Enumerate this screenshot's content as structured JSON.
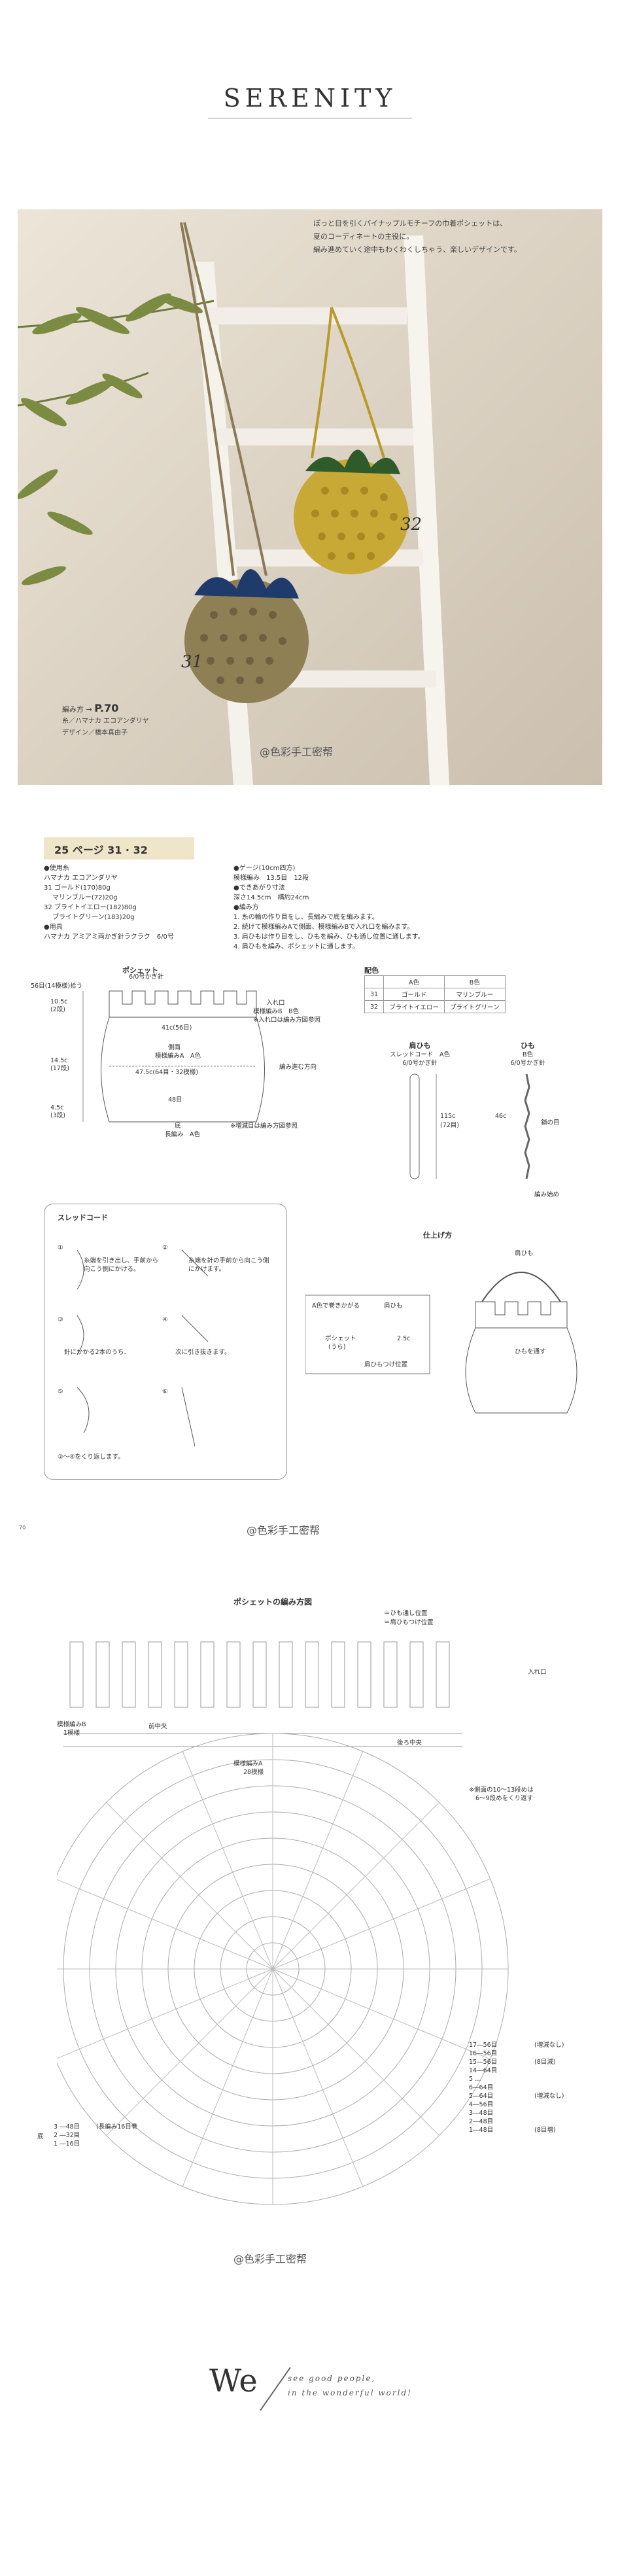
{
  "header": {
    "title": "SERENITY"
  },
  "photo": {
    "caption_lines": [
      "ぽっと目を引くパイナップルモチーフの巾着ポシェットは、",
      "夏のコーディネートの主役に。",
      "編み進めていく途中もわくわくしちゃう、楽しいデザインです。"
    ],
    "label_31": "31",
    "label_32": "32",
    "ref_label": "編み方",
    "ref_arrow": "→",
    "ref_page": "P.70",
    "yarn_line": "糸／ハマナカ エコアンダリヤ",
    "design_line": "デザイン／橋本真由子",
    "watermark": "@色彩手工密帮"
  },
  "page1": {
    "tab": "25 ページ 31 · 32",
    "materials": [
      "●使用糸",
      "ハマナカ エコアンダリヤ",
      "31 ゴールド(170)80g",
      "　 マリンブルー(72)20g",
      "32 ブライトイエロー(182)80g",
      "　 ブライトグリーン(183)20g",
      "●用具",
      "ハマナカ アミアミ両かぎ針ラクラク　6/0号"
    ],
    "gauge": [
      "●ゲージ(10cm四方)",
      "模様編み　13.5目　12段",
      "●できあがり寸法",
      "深さ14.5cm　横約24cm",
      "●編み方",
      "1. 糸の輪の作り目をし、長編みで底を編みます。",
      "2. 続けて模様編みAで側面、模様編みBで入れ口を編みます。",
      "3. 肩ひもは作り目をし、ひもを編み、ひも通し位置に通します。",
      "4. 肩ひもを編み、ポシェットに通します。"
    ],
    "color_table": {
      "title": "配色",
      "headers": [
        "",
        "A色",
        "B色"
      ],
      "rows": [
        [
          "31",
          "ゴールド",
          "マリンブルー"
        ],
        [
          "32",
          "ブライトイエロー",
          "ブライトグリーン"
        ]
      ]
    },
    "pochette": {
      "title": "ポシェット",
      "subtitle": "6/0号かぎ針",
      "top_count": "56目(14模様)拾う",
      "dim_top": "10.5c",
      "dim_top_rows": "(2段)",
      "dim_mid": "14.5c",
      "dim_mid_rows": "(17段)",
      "dim_bot": "4.5c",
      "dim_bot_rows": "(3段)",
      "opening_label": "入れ口",
      "opening_pattern": "模様編みB　B色",
      "opening_note": "※入れ口は編み方図参照",
      "side_circ": "41c(56目)",
      "side_label": "側面",
      "side_pattern": "模様編みA　A色",
      "side_count": "47.5c(64目・32模様)",
      "side_arrow": "編み進む方向",
      "base_count": "48目",
      "base_label": "底",
      "base_pattern": "長編み　A色",
      "base_note": "※増減目は編み方図参照"
    },
    "strap": {
      "title": "肩ひも",
      "pattern": "スレッドコード　A色",
      "hook": "6/0号かぎ針",
      "dim": "115c",
      "dim_rows": "(72目)"
    },
    "cord": {
      "title": "ひも",
      "color": "B色",
      "hook": "6/0号かぎ針",
      "dim": "46c",
      "ends": "鎖の目",
      "end_label": "編み始め"
    },
    "thread_cord": {
      "title": "スレッドコード",
      "steps": [
        "①",
        "糸端を引き出し、手前から向こう側にかける。",
        "②",
        "糸端を針の手前から向こう側にかけます。",
        "③",
        "針にかかる2本のうち、",
        "④",
        "次に引き抜きます。",
        "⑤",
        "⑥",
        "②～④をくり返します。"
      ]
    },
    "finish": {
      "title": "仕上げ方",
      "strap": "肩ひも",
      "a_color": "A色で巻きかがる",
      "strap_label": "肩ひも",
      "pochette_label": "ポシェット",
      "pochette_sub": "(うら)",
      "dim": "2.5c",
      "strap_position": "肩ひもつけ位置",
      "cord_label": "ひもを通す"
    },
    "page_number": "70",
    "watermark": "@色彩手工密帮"
  },
  "page2": {
    "title": "ポシェットの編み方図",
    "legend_1": "＝ひも通し位置",
    "legend_2": "＝肩ひもつけ位置",
    "opening_label": "入れ口",
    "side_label_1": "模様編みB",
    "side_label_1b": "1模様",
    "front_center": "前中央",
    "back_center": "後ろ中央",
    "side_pattern": "模様編みA",
    "side_pattern_b": "28模様",
    "side_note": "※側面の10～13段めは",
    "side_note_b": "6～9段めをくり返す",
    "base_label": "底",
    "base_rows": [
      "3 ―48目",
      "2 ―32目",
      "1 ―16目"
    ],
    "base_count_label": "(長編み16目巻",
    "side_rows": [
      "17―56目",
      "16―56目",
      "15―56目",
      "14―64目",
      "5 …",
      "6―64目",
      "5―64目",
      "4―56目",
      "3―48目",
      "2―48目",
      "1―48目"
    ],
    "side_rows_notes": [
      "(増減なし)",
      "(8目減)",
      "(増減なし)",
      "(8目増)"
    ],
    "watermark": "@色彩手工密帮"
  },
  "footer": {
    "we": "We",
    "tagline_1": "see good people,",
    "tagline_2": "in the wonderful world!"
  }
}
